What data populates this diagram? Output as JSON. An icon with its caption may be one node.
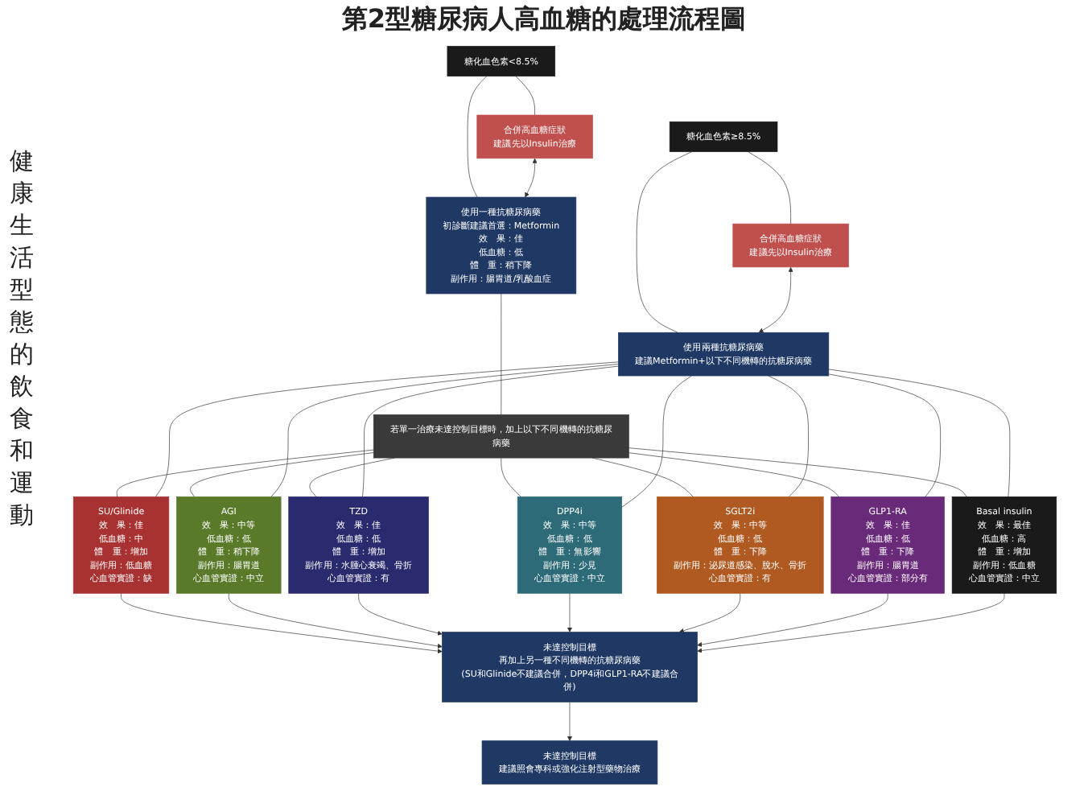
{
  "diagram": {
    "title": "第2型糖尿病人高血糖的處理流程圖",
    "nodes": [
      {
        "text": [
          "糖化血色素<8.5%"
        ]
      },
      {
        "text": [
          "使用一種抗糖尿病藥",
          "初診斷建議首選：Metformin",
          "效　果：佳",
          "低血糖：低",
          "體　重：稍下降",
          "副作用：腸胃道/乳酸血症"
        ]
      },
      {
        "text": [
          "合併高血糖症狀",
          "建議先以Insulin治療"
        ]
      },
      {
        "text": [
          "糖化血色素≥8.5%"
        ]
      },
      {
        "text": [
          "使用兩種抗糖尿病藥",
          "建議Metformin+以下不同機轉的抗糖尿病藥"
        ]
      },
      {
        "text": [
          "合併高血糖症狀",
          "建議先以Insulin治療"
        ]
      },
      {
        "text": [
          "若單一治療未達控制目標時，加上以下不同機轉的抗糖尿病藥"
        ]
      },
      {
        "text": [
          "SU/Glinide",
          "效　果：佳",
          "低血糖：中",
          "體　重：增加",
          "副作用：低血糖",
          "心血管實證：缺"
        ]
      },
      {
        "text": [
          "AGI",
          "效　果：中等",
          "低血糖：低",
          "體　重：稍下降",
          "副作用：腸胃道",
          "心血管實證：中立"
        ]
      },
      {
        "text": [
          "TZD",
          "效　果：佳",
          "低血糖：低",
          "體　重：增加",
          "副作用：水腫心衰竭、骨折",
          "心血管實證：有"
        ]
      },
      {
        "text": [
          "DPP4i",
          "效　果：中等",
          "低血糖：低",
          "體　重：無影響",
          "副作用：少見",
          "心血管實證：中立"
        ]
      },
      {
        "text": [
          "SGLT2i",
          "效　果：中等",
          "低血糖：低",
          "體　重：下降",
          "副作用：泌尿道感染、脫水、骨折",
          "心血管實證：有"
        ]
      },
      {
        "text": [
          "GLP1-RA",
          "效　果：佳",
          "低血糖：低",
          "體　重：下降",
          "副作用：腸胃道",
          "心血管實證：部分有"
        ]
      },
      {
        "text": [
          "Basal insulin",
          "效　果：最佳",
          "低血糖：高",
          "體　重：增加",
          "副作用：低血糖",
          "心血管實證：中立"
        ]
      },
      {
        "text": [
          "未達控制目標",
          "再加上另一種不同機轉的抗糖尿病藥",
          "(SU和Glinide不建議合併，DPP4i和GLP1-RA不建議合併)"
        ]
      },
      {
        "text": [
          "未達控制目標",
          "建議照會專科或強化注射型藥物治療"
        ]
      }
    ],
    "edges": [
      {
        "from": 0,
        "to": 1,
        "arrow": "none"
      },
      {
        "from": 0,
        "to": 2,
        "arrow": "none"
      },
      {
        "from": 1,
        "to": 2,
        "arrow": "both"
      },
      {
        "from": 3,
        "to": 4,
        "arrow": "none"
      },
      {
        "from": 3,
        "to": 5,
        "arrow": "none"
      },
      {
        "from": 4,
        "to": 5,
        "arrow": "both"
      },
      {
        "from": 1,
        "to": 6,
        "arrow": "none"
      },
      {
        "from": 6,
        "to": 7,
        "arrow": "none"
      },
      {
        "from": 6,
        "to": 8,
        "arrow": "none"
      },
      {
        "from": 6,
        "to": 9,
        "arrow": "none"
      },
      {
        "from": 6,
        "to": 10,
        "arrow": "none"
      },
      {
        "from": 6,
        "to": 11,
        "arrow": "none"
      },
      {
        "from": 6,
        "to": 12,
        "arrow": "none"
      },
      {
        "from": 6,
        "to": 13,
        "arrow": "none"
      },
      {
        "from": 4,
        "to": 7,
        "arrow": "none"
      },
      {
        "from": 4,
        "to": 8,
        "arrow": "none"
      },
      {
        "from": 4,
        "to": 9,
        "arrow": "none"
      },
      {
        "from": 4,
        "to": 10,
        "arrow": "none"
      },
      {
        "from": 4,
        "to": 11,
        "arrow": "none"
      },
      {
        "from": 4,
        "to": 12,
        "arrow": "none"
      },
      {
        "from": 4,
        "to": 13,
        "arrow": "none"
      },
      {
        "from": 7,
        "to": 14,
        "arrow": "to"
      },
      {
        "from": 8,
        "to": 14,
        "arrow": "to"
      },
      {
        "from": 9,
        "to": 14,
        "arrow": "to"
      },
      {
        "from": 10,
        "to": 14,
        "arrow": "to"
      },
      {
        "from": 11,
        "to": 14,
        "arrow": "to"
      },
      {
        "from": 12,
        "to": 14,
        "arrow": "to"
      },
      {
        "from": 13,
        "to": 14,
        "arrow": "to"
      },
      {
        "from": 14,
        "to": 15,
        "arrow": "to"
      }
    ],
    "labels": [
      "健康生活型態的飲食和運動"
    ]
  }
}
